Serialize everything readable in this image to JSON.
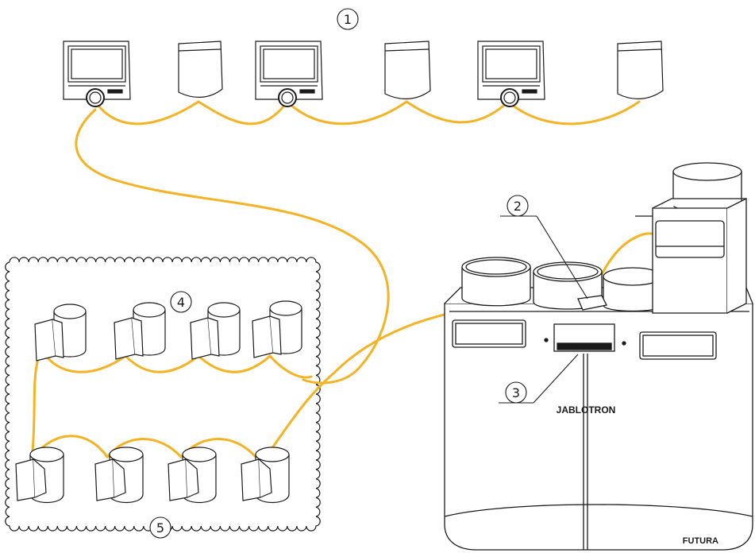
{
  "callouts": {
    "c1": "1",
    "c2": "2",
    "c3": "3",
    "c4": "4",
    "c5": "5"
  },
  "unit": {
    "brand": "JABLOTRON",
    "model": "FUTURA"
  },
  "colors": {
    "cable": "#f5b324",
    "outline": "#1a1a1a",
    "background": "#ffffff"
  }
}
